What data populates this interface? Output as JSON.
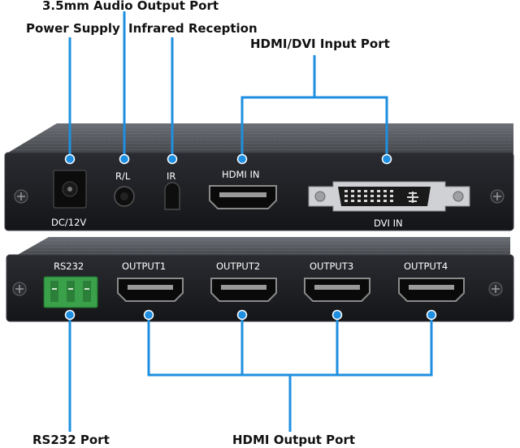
{
  "callouts": {
    "audio_port": "3.5mm Audio Output Port",
    "power_supply": "Power Supply",
    "infrared": "Infrared Reception",
    "hdmi_dvi_input": "HDMI/DVI Input Port",
    "rs232_port": "RS232 Port",
    "hdmi_output": "HDMI Output Port"
  },
  "top_panel": {
    "dc": "DC/12V",
    "rl": "R/L",
    "ir": "IR",
    "hdmi_in": "HDMI IN",
    "dvi_in": "DVI IN"
  },
  "bottom_panel": {
    "rs232": "RS232",
    "outputs": [
      "OUTPUT1",
      "OUTPUT2",
      "OUTPUT3",
      "OUTPUT4"
    ]
  },
  "colors": {
    "leader": "#1e8fe0",
    "panel": "#1b1d21",
    "terminal": "#3aa04a"
  }
}
